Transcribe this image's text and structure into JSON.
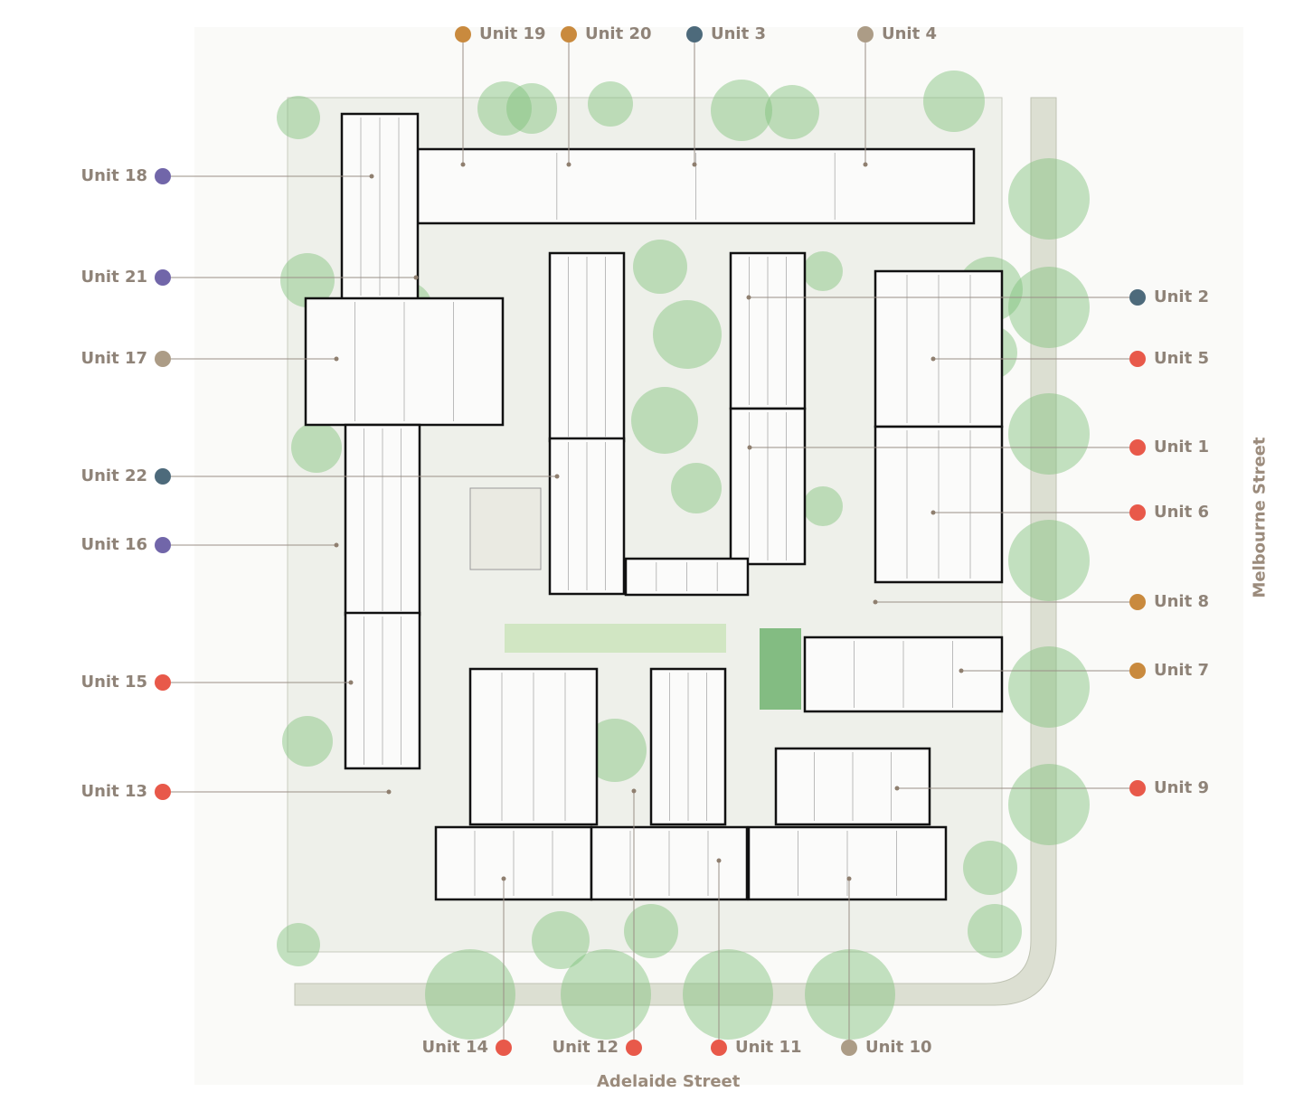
{
  "colors": {
    "orange": "#c98a3e",
    "slate": "#4d6a7b",
    "taupe": "#ac9c86",
    "red": "#e8594a",
    "purple": "#7166a9",
    "label_text": "#8f8378"
  },
  "streets": {
    "bottom": "Adelaide Street",
    "right": "Melbourne Street"
  },
  "units": [
    {
      "label": "Unit 19",
      "color": "orange"
    },
    {
      "label": "Unit 20",
      "color": "orange"
    },
    {
      "label": "Unit 3",
      "color": "slate"
    },
    {
      "label": "Unit 4",
      "color": "taupe"
    },
    {
      "label": "Unit 18",
      "color": "purple"
    },
    {
      "label": "Unit 21",
      "color": "purple"
    },
    {
      "label": "Unit 17",
      "color": "taupe"
    },
    {
      "label": "Unit 22",
      "color": "slate"
    },
    {
      "label": "Unit 16",
      "color": "purple"
    },
    {
      "label": "Unit 15",
      "color": "red"
    },
    {
      "label": "Unit 13",
      "color": "red"
    },
    {
      "label": "Unit 2",
      "color": "slate"
    },
    {
      "label": "Unit 5",
      "color": "red"
    },
    {
      "label": "Unit 1",
      "color": "red"
    },
    {
      "label": "Unit 6",
      "color": "red"
    },
    {
      "label": "Unit 8",
      "color": "orange"
    },
    {
      "label": "Unit 7",
      "color": "orange"
    },
    {
      "label": "Unit 9",
      "color": "red"
    },
    {
      "label": "Unit 14",
      "color": "red"
    },
    {
      "label": "Unit 12",
      "color": "red"
    },
    {
      "label": "Unit 11",
      "color": "red"
    },
    {
      "label": "Unit 10",
      "color": "taupe"
    }
  ]
}
